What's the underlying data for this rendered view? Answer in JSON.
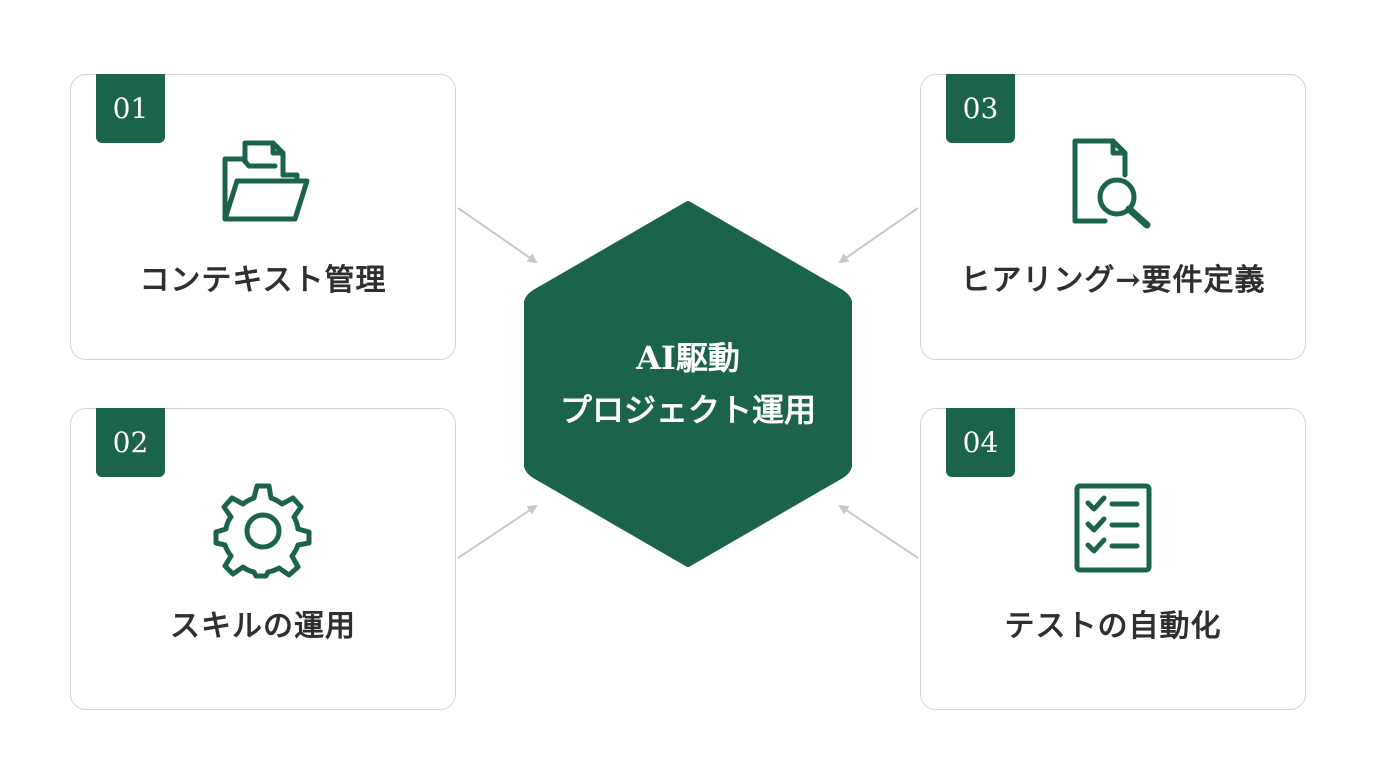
{
  "colors": {
    "accent": "#1b6349",
    "card_border": "#d4d4d4",
    "arrow": "#c7c7c7",
    "label_text": "#2f2f2f"
  },
  "hub": {
    "line1": "AI駆動",
    "line2": "プロジェクト運用"
  },
  "cards": [
    {
      "number": "01",
      "label": "コンテキスト管理",
      "icon": "folder-icon"
    },
    {
      "number": "02",
      "label": "スキルの運用",
      "icon": "gear-icon"
    },
    {
      "number": "03",
      "label": "ヒアリング→要件定義",
      "icon": "document-search-icon"
    },
    {
      "number": "04",
      "label": "テストの自動化",
      "icon": "checklist-icon"
    }
  ]
}
